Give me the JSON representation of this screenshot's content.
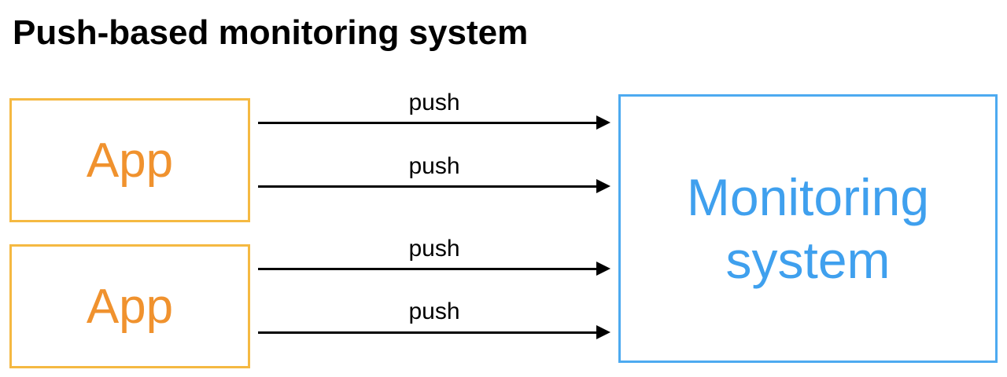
{
  "title": "Push-based monitoring system",
  "apps": [
    {
      "label": "App"
    },
    {
      "label": "App"
    }
  ],
  "monitoring": {
    "line1": "Monitoring",
    "line2": "system"
  },
  "arrows": [
    {
      "label": "push"
    },
    {
      "label": "push"
    },
    {
      "label": "push"
    },
    {
      "label": "push"
    }
  ],
  "colors": {
    "app_border": "#F5B942",
    "app_text": "#F0922E",
    "monitor_border": "#4DAAF0",
    "monitor_text": "#3FA0EE",
    "arrow": "#000000"
  }
}
